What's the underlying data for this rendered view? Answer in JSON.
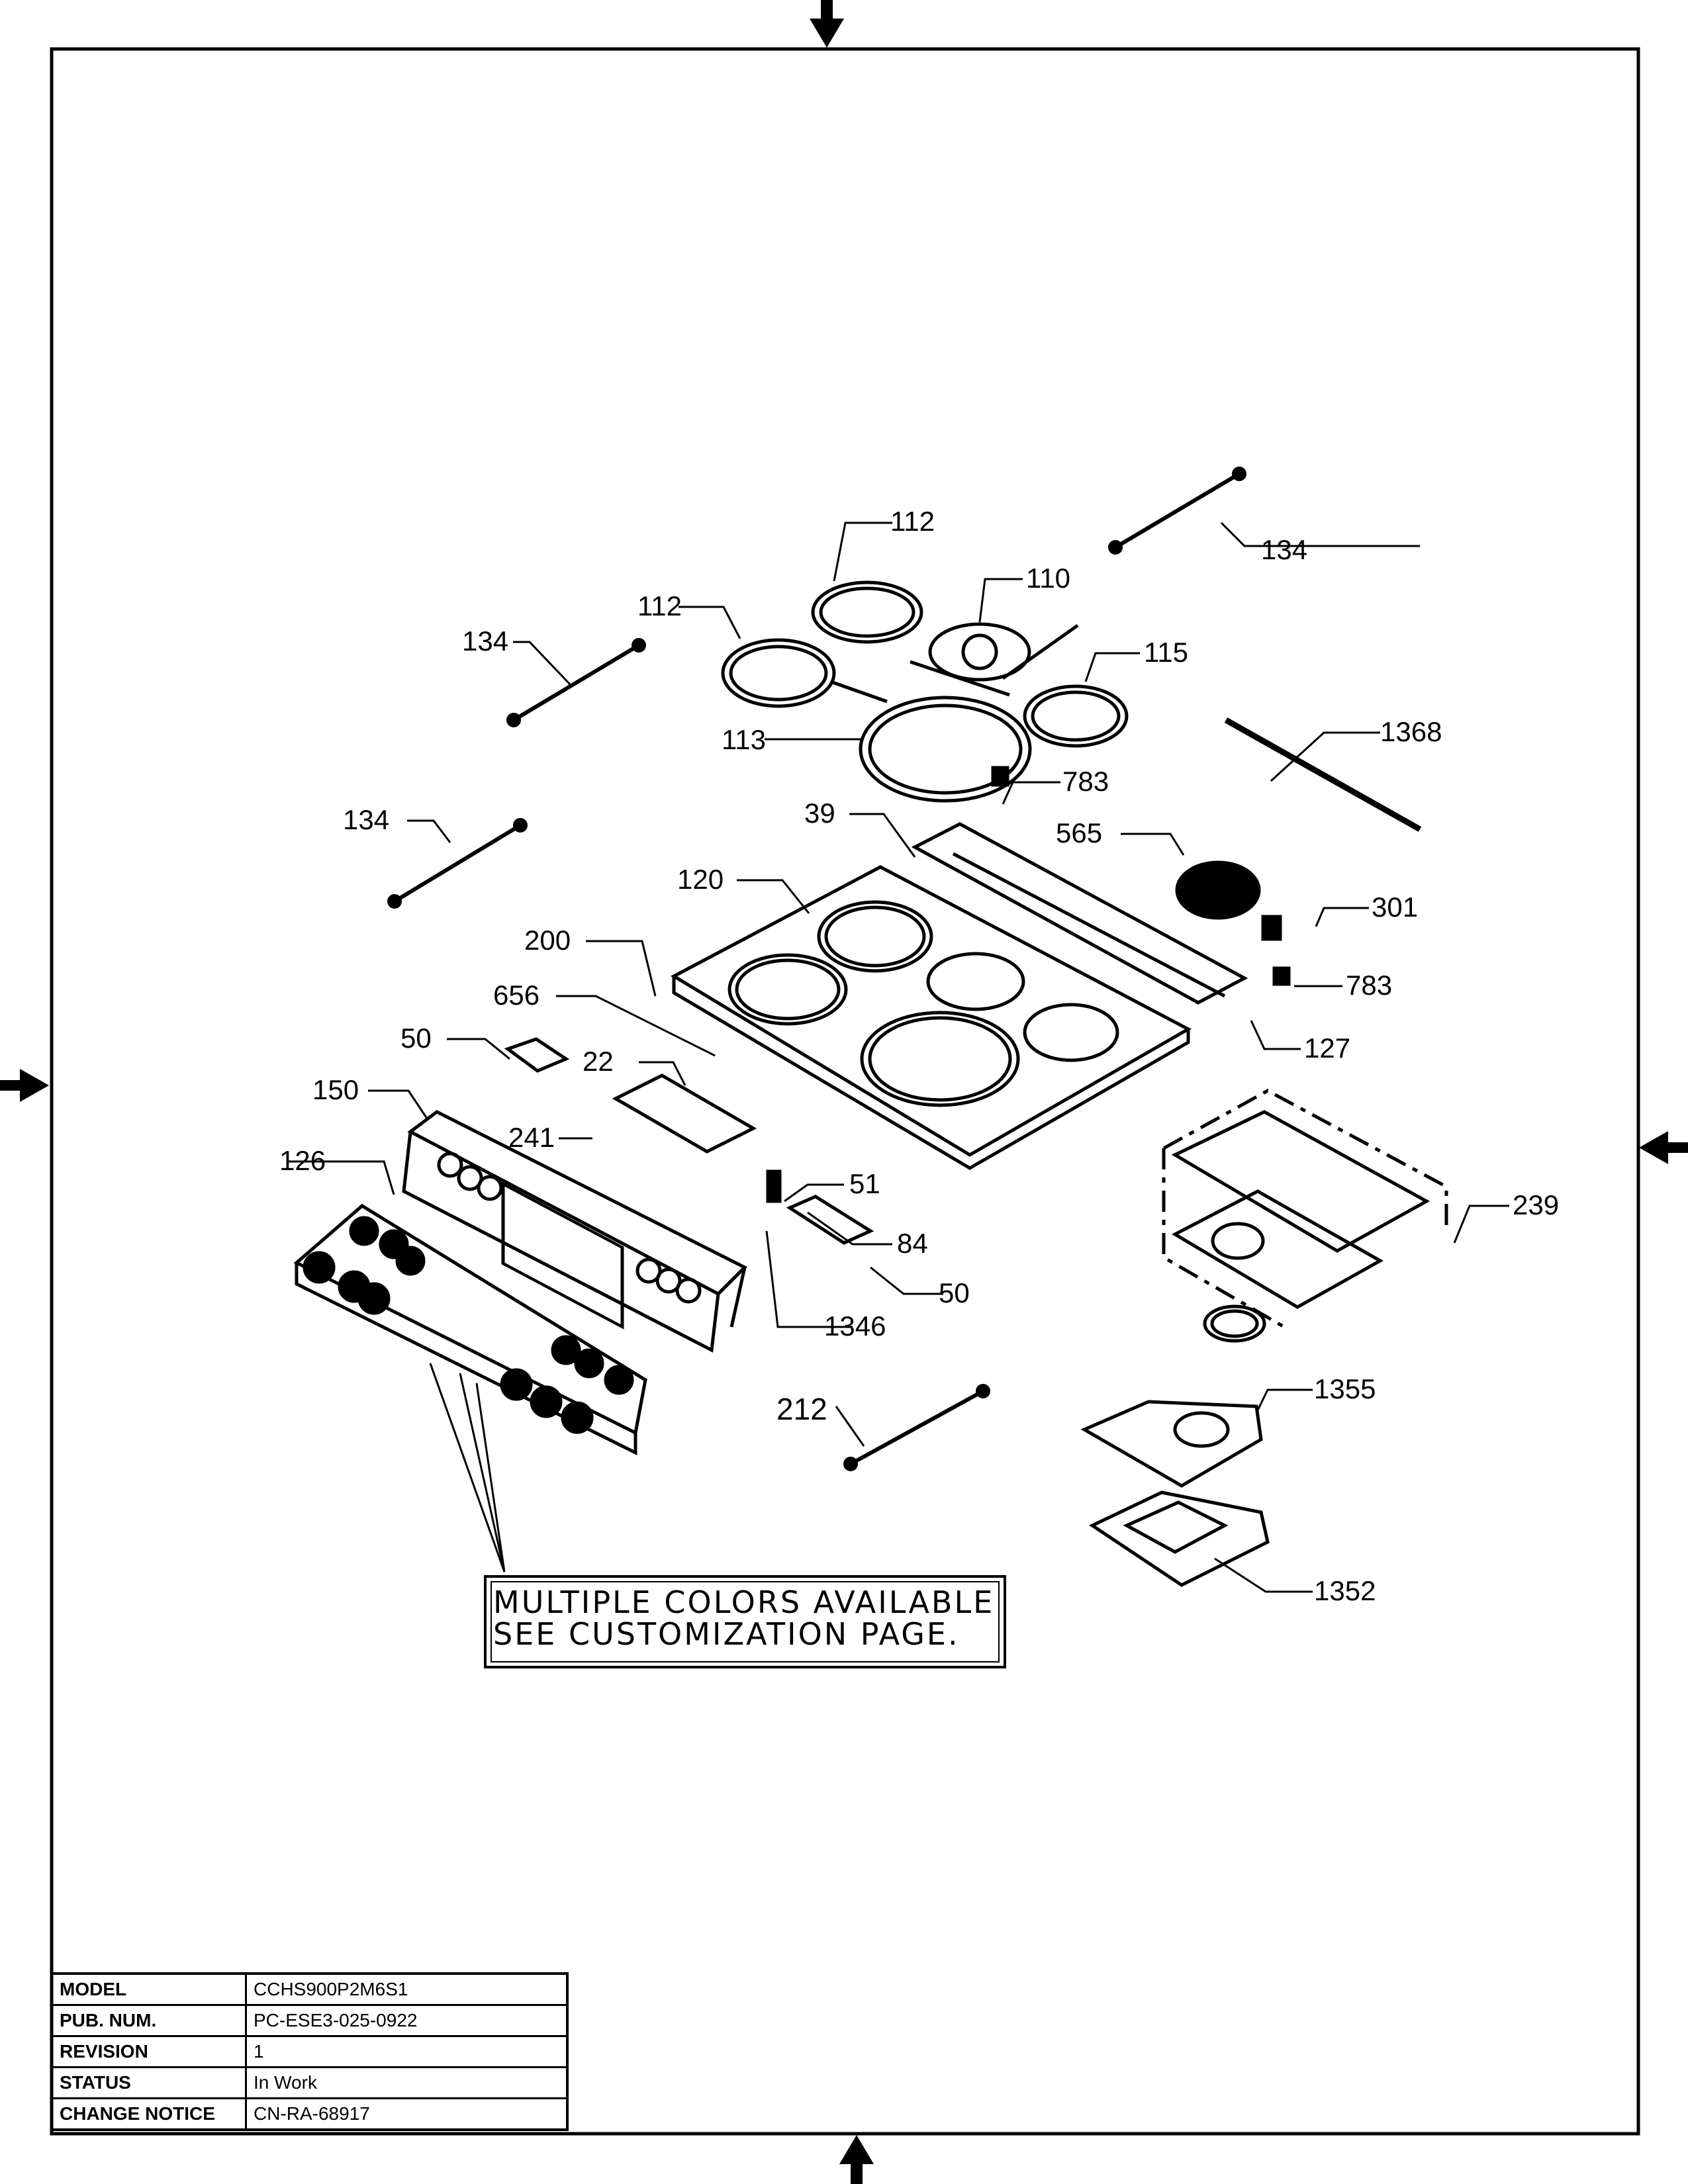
{
  "callouts": {
    "c112a": "112",
    "c110": "110",
    "c134a": "134",
    "c112b": "112",
    "c134b": "134",
    "c115": "115",
    "c113": "113",
    "c1368": "1368",
    "c783a": "783",
    "c39": "39",
    "c565": "565",
    "c134c": "134",
    "c120": "120",
    "c301": "301",
    "c200": "200",
    "c783b": "783",
    "c656": "656",
    "c50a": "50",
    "c127": "127",
    "c22": "22",
    "c150": "150",
    "c241": "241",
    "c126": "126",
    "c51": "51",
    "c239": "239",
    "c84": "84",
    "c50b": "50",
    "c1346": "1346",
    "c1355": "1355",
    "c212": "212",
    "c1352": "1352"
  },
  "note": {
    "line1": "MULTIPLE COLORS AVAILABLE",
    "line2": "SEE CUSTOMIZATION PAGE."
  },
  "title_block": {
    "rows": [
      {
        "label": "MODEL",
        "value": "CCHS900P2M6S1"
      },
      {
        "label": "PUB. NUM.",
        "value": "PC-ESE3-025-0922"
      },
      {
        "label": "REVISION",
        "value": "1"
      },
      {
        "label": "STATUS",
        "value": "In Work"
      },
      {
        "label": "CHANGE NOTICE",
        "value": "CN-RA-68917"
      }
    ]
  }
}
